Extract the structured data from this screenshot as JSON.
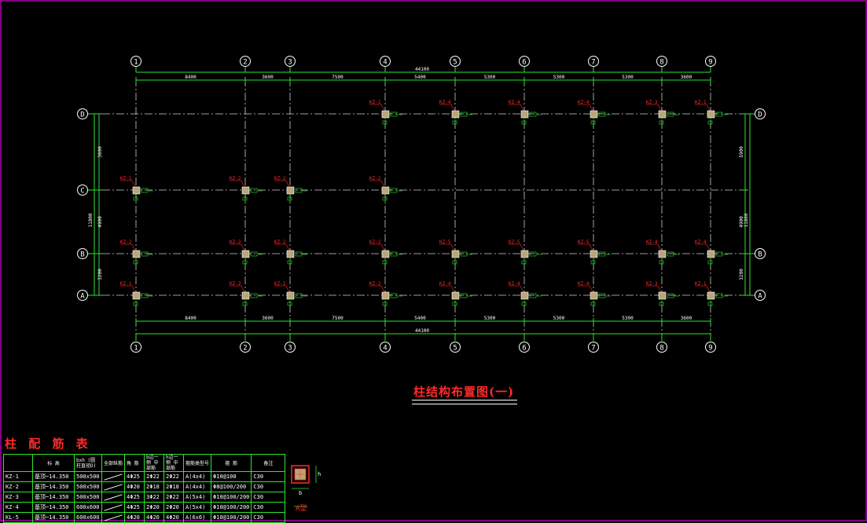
{
  "plan_title": "柱结构布置图(一)",
  "grid": {
    "x_labels": [
      "1",
      "2",
      "3",
      "4",
      "5",
      "6",
      "7",
      "8",
      "9"
    ],
    "x_spacing": [
      "8400",
      "3600",
      "7500",
      "5400",
      "5300",
      "5300",
      "5300",
      "3600"
    ],
    "y_labels": [
      "D",
      "C",
      "B",
      "A"
    ],
    "overall_x": "44100",
    "overall_y": "11800",
    "y_spacing_left": [
      "3600",
      "4900",
      "3200"
    ],
    "y_spacing_right": [
      "5900",
      "4900",
      "3200"
    ]
  },
  "column_labels": {
    "D": [
      "",
      "",
      "",
      "KZ-1",
      "KZ-4",
      "KZ-4",
      "KZ-4",
      "KZ-3",
      "KZ-1"
    ],
    "C": [
      "KZ-1",
      "KZ-2",
      "KZ-2",
      "KZ-2",
      "",
      "",
      "",
      "",
      ""
    ],
    "B": [
      "KZ-2",
      "KZ-2",
      "KZ-2",
      "KZ-2",
      "KZ-5",
      "KZ-5",
      "KZ-5",
      "KZ-4",
      "KZ-4"
    ],
    "A": [
      "KZ-1",
      "KZ-2",
      "KZ-2",
      "KZ-2",
      "KZ-4",
      "KZ-4",
      "KZ-4",
      "KZ-3",
      "KZ-1"
    ]
  },
  "table": {
    "title": "柱 配 筋 表",
    "headers": [
      "",
      "标 高",
      "bxh (圆柱直径D)",
      "全部纵筋",
      "角 筋",
      "b边一侧 中部筋",
      "h边一侧 中部筋",
      "箍筋类型号",
      "箍 筋",
      "备注"
    ],
    "rows": [
      [
        "KZ-1",
        "基顶~14.350",
        "500x500",
        "",
        "4Φ25",
        "2Φ22",
        "2Φ22",
        "A(4x4)",
        "Φ10@100",
        "C30"
      ],
      [
        "KZ-2",
        "基顶~14.350",
        "500x500",
        "",
        "4Φ20",
        "2Φ18",
        "2Φ18",
        "A(4x4)",
        "Φ8@100/200",
        "C30"
      ],
      [
        "KZ-3",
        "基顶~14.350",
        "500x500",
        "",
        "4Φ25",
        "3Φ22",
        "2Φ22",
        "A(5x4)",
        "Φ10@100/200",
        "C30"
      ],
      [
        "KZ-4",
        "基顶~14.350",
        "600x600",
        "",
        "4Φ25",
        "2Φ20",
        "2Φ20",
        "A(5x4)",
        "Φ10@100/200",
        "C30"
      ],
      [
        "KL-5",
        "基顶~14.350",
        "600x600",
        "",
        "4Φ20",
        "4Φ20",
        "4Φ20",
        "A(6x6)",
        "Φ10@100/200",
        "C30"
      ]
    ]
  },
  "section_label": "A型",
  "section_dims": [
    "b",
    "h"
  ],
  "colors": {
    "grid_line": "#2ee62e",
    "axis": "#cfcfcf",
    "label": "#ff2a2a",
    "column": "#b8a77a",
    "frame": "#ff00ff"
  }
}
